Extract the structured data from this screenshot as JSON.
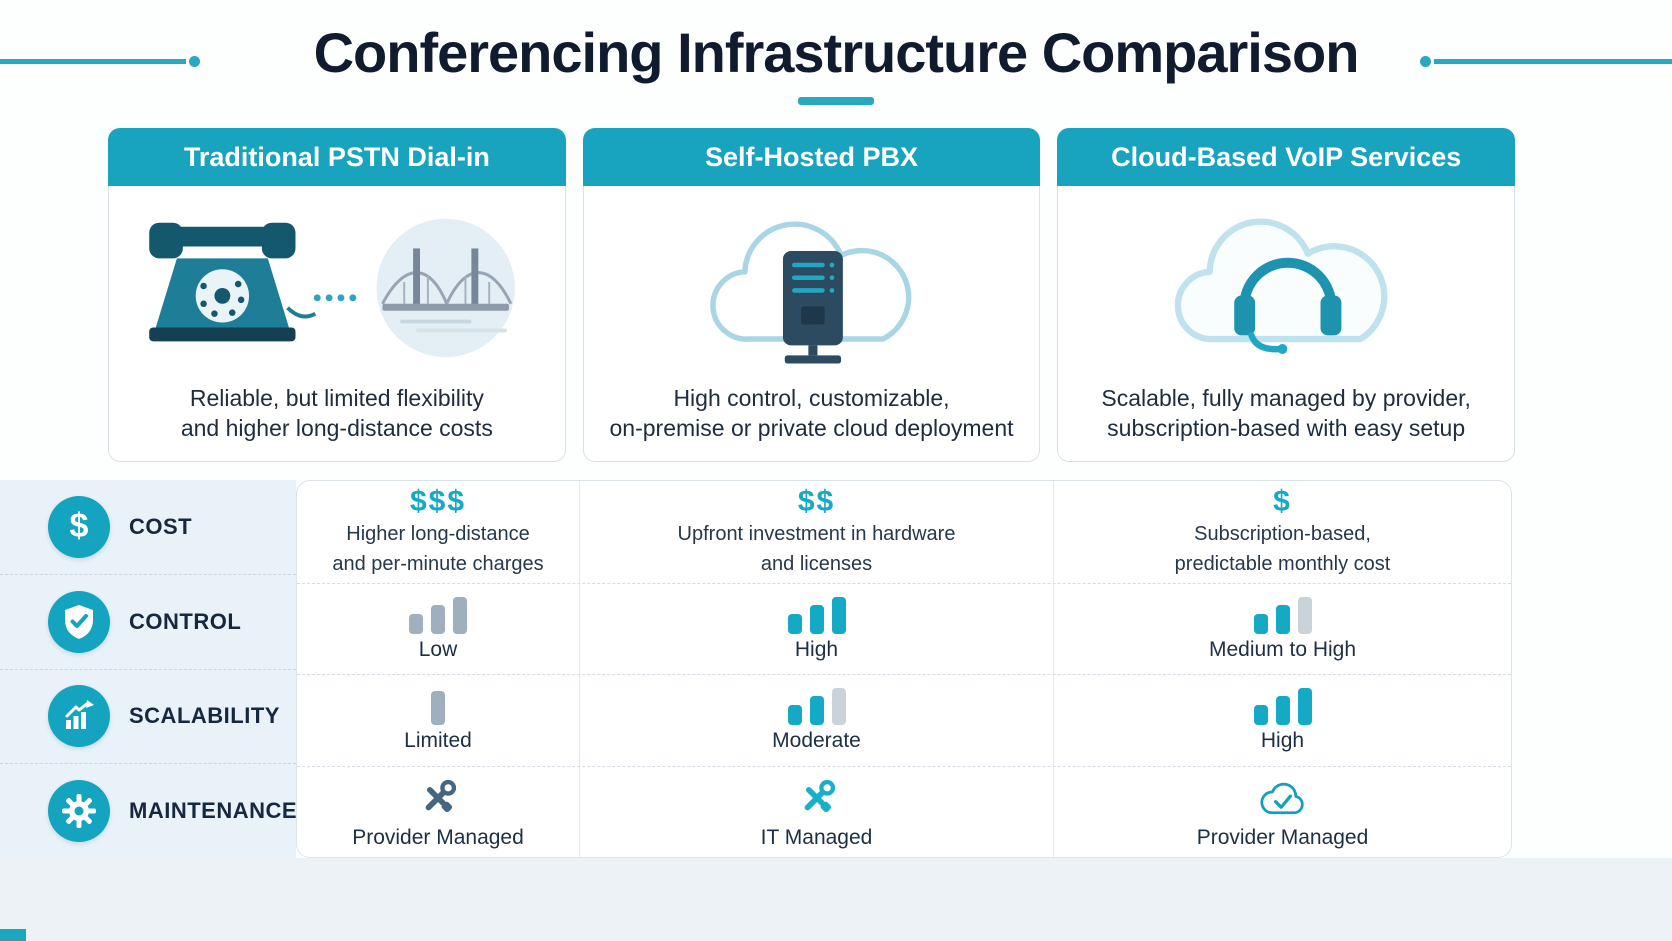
{
  "colors": {
    "teal": "#18A4BE",
    "teal_bright": "#14A9C4",
    "navy": "#13203A",
    "bar_gray": "#9FAFBE",
    "bar_light_gray": "#CBD3DA",
    "tools_slate": "#456680",
    "left_band_bg": "#E8F2F8",
    "bottom_band_bg": "#EDF2F6"
  },
  "header": {
    "title": "Conferencing Infrastructure Comparison"
  },
  "cards": [
    {
      "title": "Traditional PSTN Dial-in",
      "illustration": "rotary-phone-and-bridge",
      "description_line1": "Reliable, but limited flexibility",
      "description_line2": "and higher long-distance costs"
    },
    {
      "title": "Self-Hosted PBX",
      "illustration": "cloud-with-server",
      "description_line1": "High control, customizable,",
      "description_line2": "on-premise or private cloud deployment"
    },
    {
      "title": "Cloud-Based VoIP Services",
      "illustration": "cloud-with-headset",
      "description_line1": "Scalable, fully managed by provider,",
      "description_line2": "subscription-based with easy setup"
    }
  ],
  "table": {
    "row_labels": [
      {
        "label": "COST",
        "icon": "dollar-icon"
      },
      {
        "label": "CONTROL",
        "icon": "shield-check-icon"
      },
      {
        "label": "SCALABILITY",
        "icon": "growth-chart-icon"
      },
      {
        "label": "MAINTENANCE",
        "icon": "gear-icon"
      }
    ],
    "cost": {
      "pstn": {
        "symbol": "$$$",
        "line1": "Higher long-distance",
        "line2": "and per-minute charges"
      },
      "pbx": {
        "symbol": "$$",
        "line1": "Upfront investment in hardware",
        "line2": "and licenses"
      },
      "voip": {
        "symbol": "$",
        "line1": "Subscription-based,",
        "line2": "predictable monthly cost"
      }
    },
    "control": {
      "pstn": {
        "value": "Low",
        "bars": [
          {
            "h": 20,
            "color": "#9FAFBE"
          },
          {
            "h": 29,
            "color": "#9FAFBE"
          },
          {
            "h": 37,
            "color": "#9FAFBE"
          }
        ]
      },
      "pbx": {
        "value": "High",
        "bars": [
          {
            "h": 20,
            "color": "#14A9C4"
          },
          {
            "h": 29,
            "color": "#14A9C4"
          },
          {
            "h": 37,
            "color": "#14A9C4"
          }
        ]
      },
      "voip": {
        "value": "Medium to High",
        "bars": [
          {
            "h": 20,
            "color": "#14A9C4"
          },
          {
            "h": 29,
            "color": "#14A9C4"
          },
          {
            "h": 37,
            "color": "#CBD3DA"
          }
        ]
      }
    },
    "scalability": {
      "pstn": {
        "value": "Limited",
        "bars": [
          {
            "h": 34,
            "color": "#9FAFBE"
          }
        ]
      },
      "pbx": {
        "value": "Moderate",
        "bars": [
          {
            "h": 20,
            "color": "#14A9C4"
          },
          {
            "h": 29,
            "color": "#14A9C4"
          },
          {
            "h": 37,
            "color": "#CBD3DA"
          }
        ]
      },
      "voip": {
        "value": "High",
        "bars": [
          {
            "h": 20,
            "color": "#14A9C4"
          },
          {
            "h": 29,
            "color": "#14A9C4"
          },
          {
            "h": 37,
            "color": "#14A9C4"
          }
        ]
      }
    },
    "maintenance": {
      "pstn": {
        "value": "Provider Managed",
        "icon": "crossed-tools-icon",
        "icon_color": "#456680"
      },
      "pbx": {
        "value": "IT Managed",
        "icon": "crossed-tools-icon",
        "icon_color": "#18AFC8"
      },
      "voip": {
        "value": "Provider Managed",
        "icon": "cloud-check-icon",
        "icon_color": "#14A0BC"
      }
    }
  }
}
